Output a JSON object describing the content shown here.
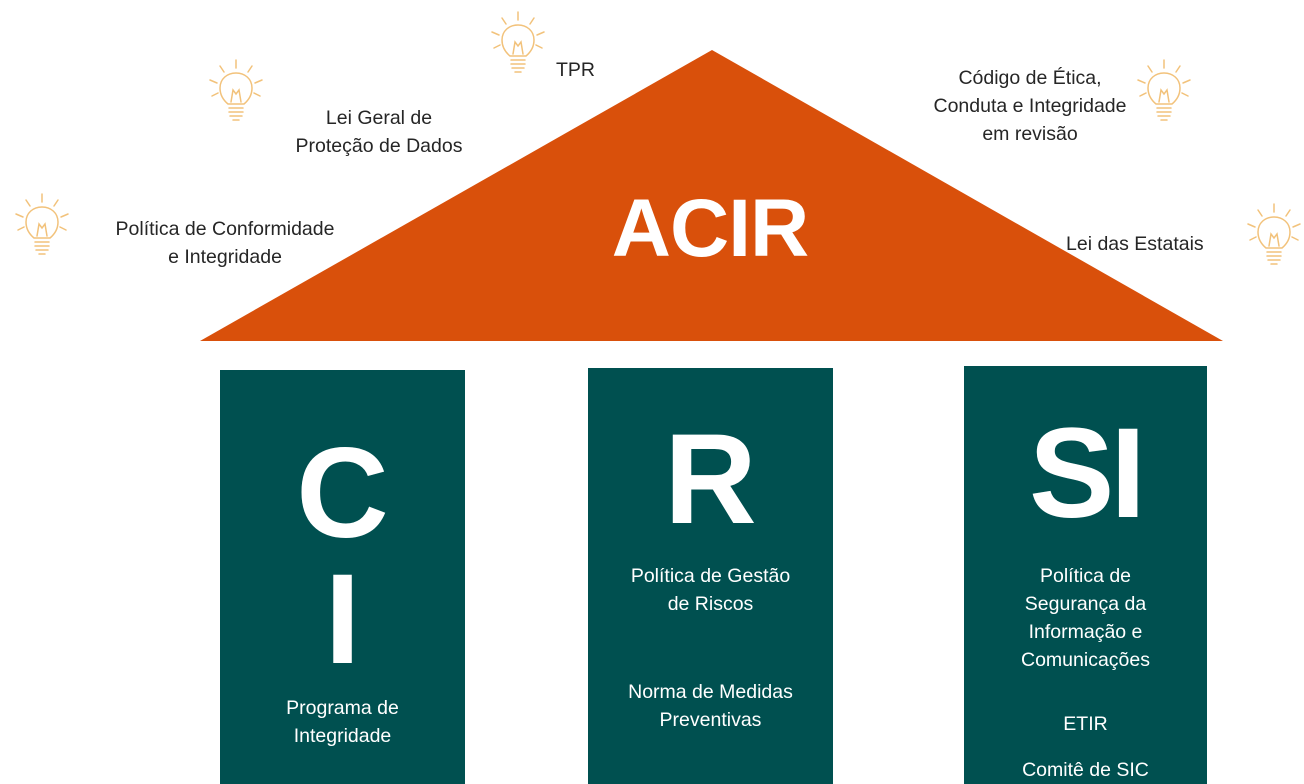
{
  "colors": {
    "roof": "#d9500b",
    "pillar": "#005050",
    "bulb": "#f2c27b",
    "label_text": "#262626",
    "pillar_text": "#ffffff"
  },
  "roof": {
    "title": "ACIR"
  },
  "labels": {
    "tpr": "TPR",
    "lgpd": {
      "line1": "Lei Geral de",
      "line2": "Proteção de Dados"
    },
    "politica_conformidade": {
      "line1": "Política de Conformidade",
      "line2": "e Integridade"
    },
    "codigo_etica": {
      "line1": "Código de Ética,",
      "line2": "Conduta e Integridade",
      "line3": "em revisão"
    },
    "lei_estatais": "Lei das Estatais"
  },
  "icons": [
    "lightbulb-icon",
    "lightbulb-icon",
    "lightbulb-icon",
    "lightbulb-icon",
    "lightbulb-icon"
  ],
  "pillars": {
    "ci": {
      "letter1": "C",
      "letter2": "I",
      "text": {
        "line1": "Programa de",
        "line2": "Integridade"
      }
    },
    "r": {
      "letter": "R",
      "text1": {
        "line1": "Política de Gestão",
        "line2": "de Riscos"
      },
      "text2": {
        "line1": "Norma de Medidas",
        "line2": "Preventivas"
      }
    },
    "si": {
      "letter": "SI",
      "text1": {
        "line1": "Política de",
        "line2": "Segurança da",
        "line3": "Informação e",
        "line4": "Comunicações"
      },
      "text2": "ETIR",
      "text3": "Comitê de SIC"
    }
  }
}
